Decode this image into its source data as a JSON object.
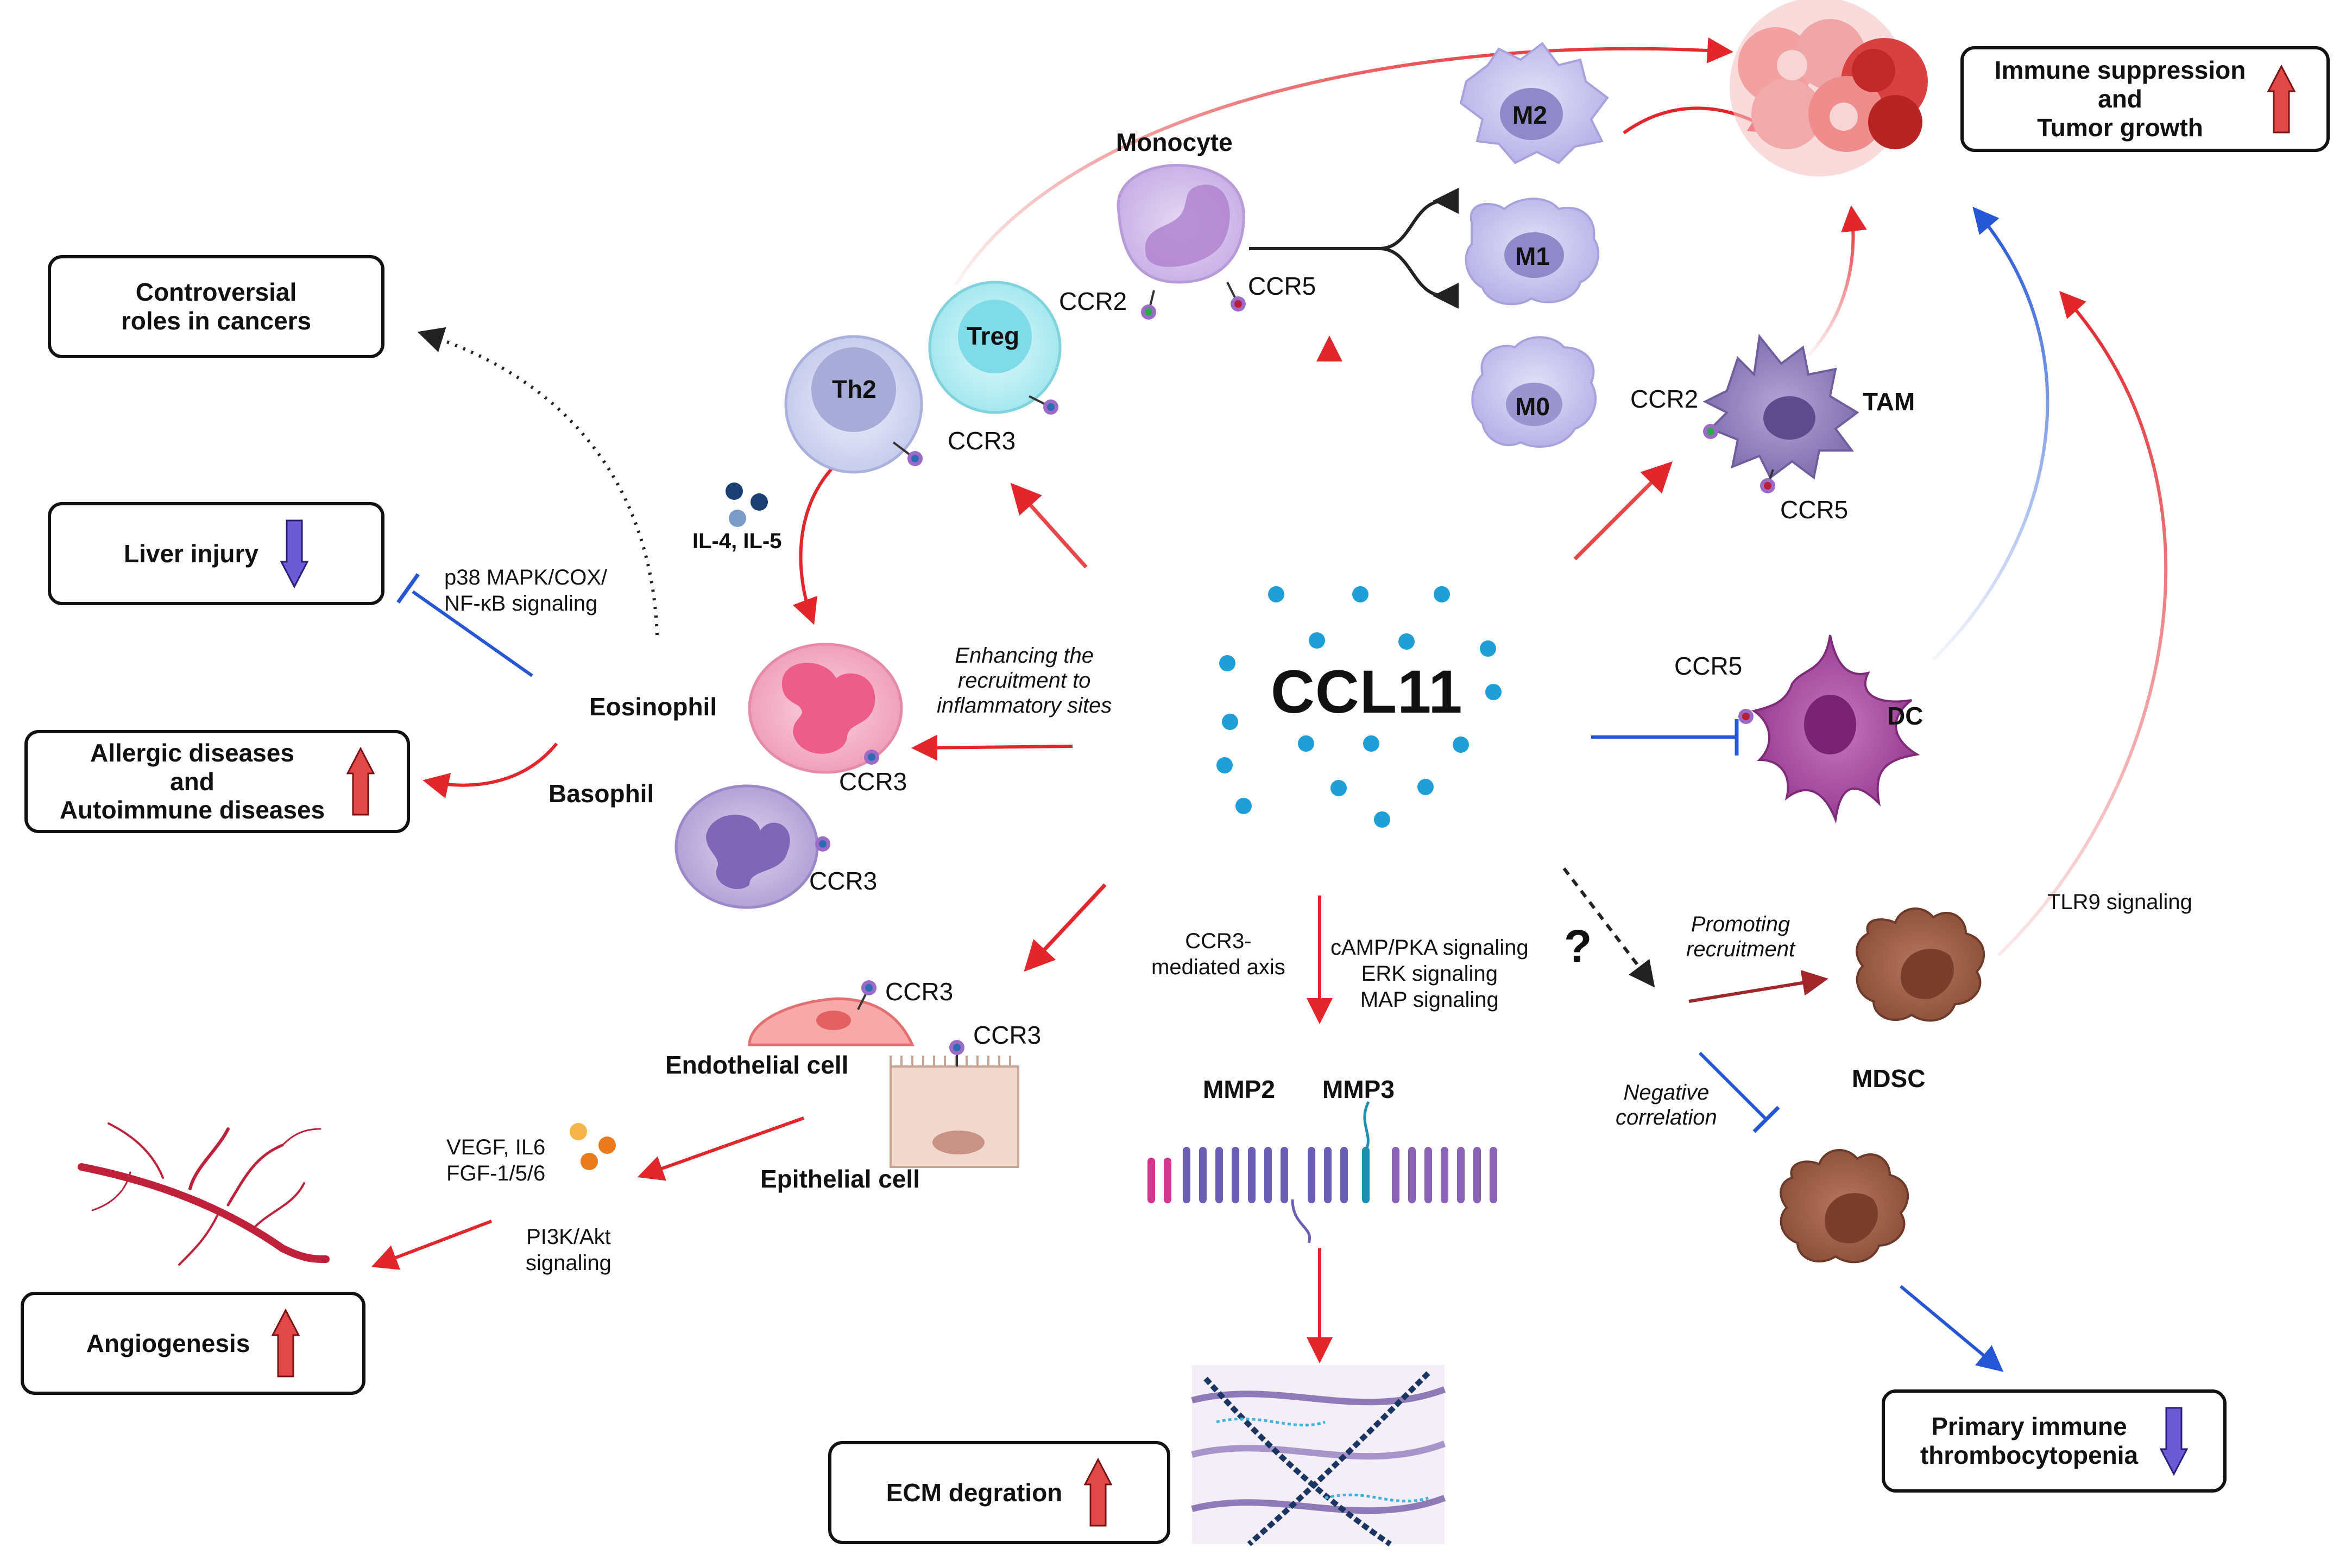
{
  "center": {
    "title": "CCL11"
  },
  "outcome_boxes": {
    "controversial": {
      "line1": "Controversial",
      "line2": "roles in cancers"
    },
    "liver": {
      "text": "Liver injury",
      "trend": "down"
    },
    "allergic": {
      "line1": "Allergic diseases",
      "line2": "and",
      "line3": "Autoimmune diseases",
      "trend": "up"
    },
    "angiogenesis": {
      "text": "Angiogenesis",
      "trend": "up"
    },
    "ecm": {
      "text": "ECM degration",
      "trend": "up"
    },
    "immune_suppression": {
      "line1": "Immune suppression",
      "line2": "and",
      "line3": "Tumor growth",
      "trend": "up"
    },
    "itp": {
      "line1": "Primary immune",
      "line2": "thrombocytopenia",
      "trend": "down"
    }
  },
  "cells": {
    "th2": "Th2",
    "treg": "Treg",
    "monocyte": "Monocyte",
    "m2": "M2",
    "m1": "M1",
    "m0": "M0",
    "tam": "TAM",
    "dc": "DC",
    "eosinophil": "Eosinophil",
    "basophil": "Basophil",
    "endothelial": "Endothelial cell",
    "epithelial": "Epithelial cell",
    "mdsc": "MDSC",
    "mmp2": "MMP2",
    "mmp3": "MMP3"
  },
  "receptors": {
    "ccr3_treg": "CCR3",
    "ccr2_mono": "CCR2",
    "ccr5_mono": "CCR5",
    "ccr2_tam": "CCR2",
    "ccr5_tam": "CCR5",
    "ccr5_dc": "CCR5",
    "ccr3_eos": "CCR3",
    "ccr3_baso": "CCR3",
    "ccr3_endo": "CCR3",
    "ccr3_epi": "CCR3"
  },
  "annotations": {
    "il45": "IL-4, IL-5",
    "p38_line1": "p38 MAPK/COX/",
    "p38_line2": "NF-κB signaling",
    "recruit_line1": "Enhancing the",
    "recruit_line2": "recruitment to",
    "recruit_line3": "inflammatory sites",
    "ccr3_axis_line1": "CCR3-",
    "ccr3_axis_line2": "mediated axis",
    "camp_line1": "cAMP/PKA signaling",
    "camp_line2": "ERK signaling",
    "camp_line3": "MAP signaling",
    "question": "?",
    "promoting_line1": "Promoting",
    "promoting_line2": "recruitment",
    "negative_line1": "Negative",
    "negative_line2": "correlation",
    "tlr9": "TLR9  signaling",
    "vegf_line1": "VEGF, IL6",
    "vegf_line2": "FGF-1/5/6",
    "pi3k_line1": "PI3K/Akt",
    "pi3k_line2": "signaling"
  },
  "colors": {
    "red_arrow": "#e3262b",
    "blue_arrow": "#2456d6",
    "up_arrow_fill": "#e14848",
    "down_arrow_fill": "#6b5cd6",
    "ccl11_dot": "#1f9fd6",
    "eosinophil": "#f4a6c1",
    "basophil": "#b9a7d9",
    "macrophage": "#c6c2ee",
    "tam": "#8c7bb8",
    "dc": "#a4479e",
    "mdsc": "#9a5a44",
    "treg": "#a9ecf2",
    "th2": "#cdd2ef",
    "tumor": "#ef8a8a"
  }
}
